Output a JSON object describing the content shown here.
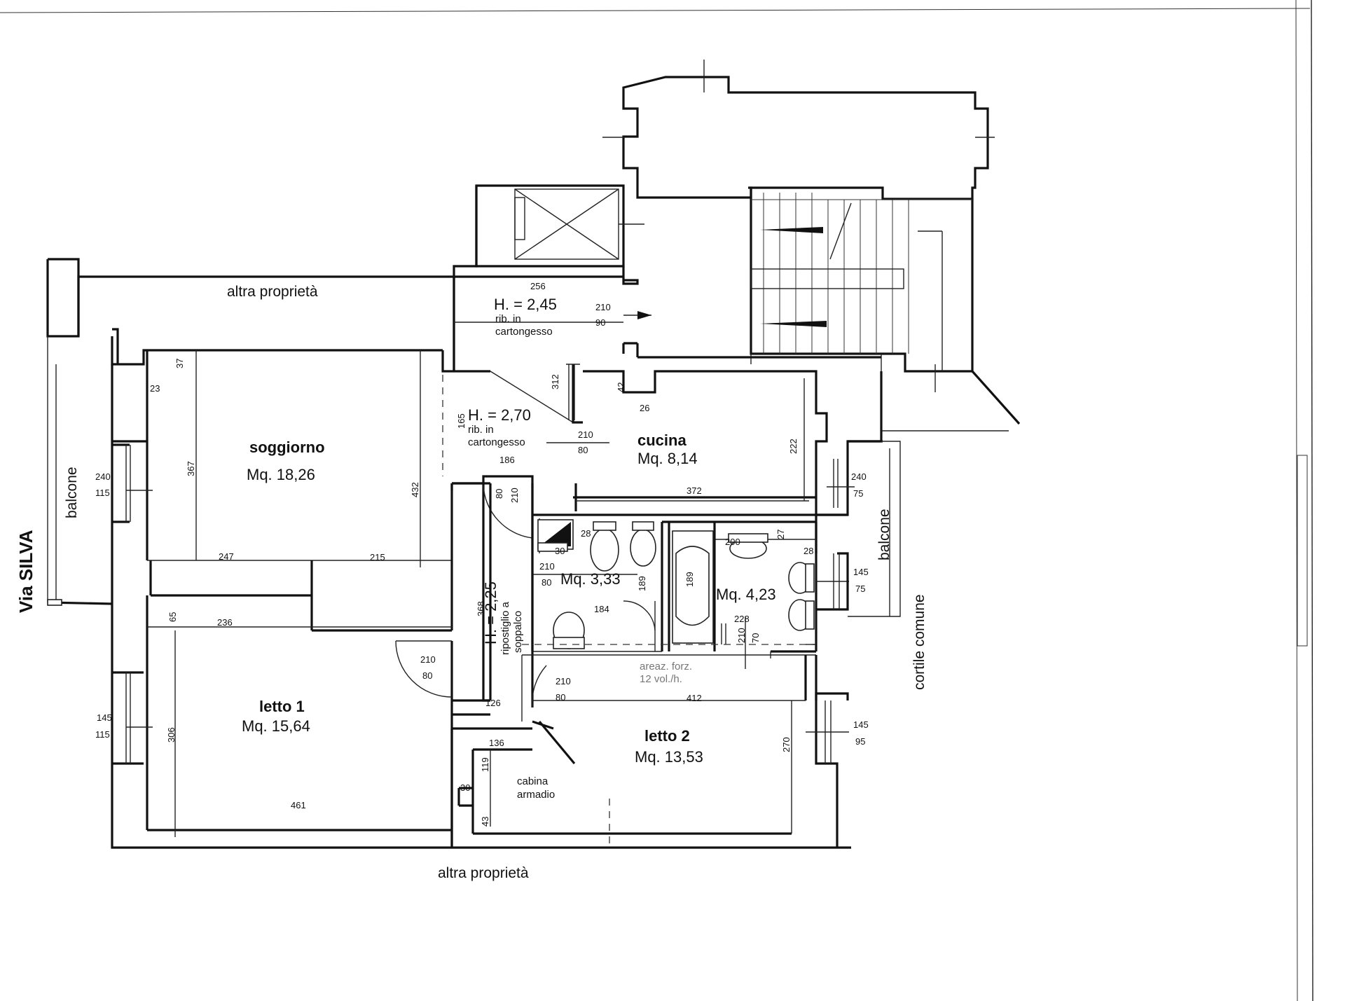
{
  "plan": {
    "street": "Via SILVA",
    "neighbor_top": "altra proprietà",
    "neighbor_bottom": "altra proprietà",
    "courtyard": "cortile comune",
    "balcony_left": "balcone",
    "balcony_right": "balcone",
    "rooms": {
      "soggiorno": {
        "name": "soggiorno",
        "area": "Mq. 18,26"
      },
      "cucina": {
        "name": "cucina",
        "area": "Mq. 8,14"
      },
      "letto1": {
        "name": "letto 1",
        "area": "Mq. 15,64"
      },
      "letto2": {
        "name": "letto 2",
        "area": "Mq. 13,53"
      },
      "bagno1": {
        "area": "Mq. 3,33"
      },
      "bagno2": {
        "area": "Mq. 4,23"
      },
      "cabina": {
        "line1": "cabina",
        "line2": "armadio"
      },
      "ripostiglio": {
        "height": "H. = 2,25",
        "line1": "ripostiglio a",
        "line2": "soppalco"
      }
    },
    "ceilings": {
      "ingresso": {
        "height": "H. = 2,45",
        "line1": "rib. in",
        "line2": "cartongesso"
      },
      "disimpegno": {
        "height": "H. = 2,70",
        "line1": "rib. in",
        "line2": "cartongesso"
      }
    },
    "ventilation": {
      "line1": "areaz. forz.",
      "line2": "12 vol./h."
    },
    "dimensions": {
      "d256": "256",
      "d210a": "210",
      "d90": "90",
      "d312": "312",
      "d42": "42",
      "d26": "26",
      "d37": "37",
      "d23": "23",
      "d367": "367",
      "d432": "432",
      "d165": "165",
      "d210b": "210",
      "d80b": "80",
      "d186": "186",
      "d222": "222",
      "d372": "372",
      "d240a": "240",
      "d115a": "115",
      "d247": "247",
      "d215": "215",
      "d240b": "240",
      "d75b": "75",
      "d80c": "80",
      "d210c": "210",
      "d28a": "28",
      "d30a": "30",
      "d200": "200",
      "d27": "27",
      "d28b": "28",
      "d210d": "210",
      "d80d": "80",
      "d189a": "189",
      "d189b": "189",
      "d145a": "145",
      "d75a": "75",
      "d368": "368",
      "d184": "184",
      "d228": "228",
      "d210e": "210",
      "d70": "70",
      "d65": "65",
      "d236": "236",
      "d210f": "210",
      "d80f": "80",
      "d210g": "210",
      "d80g": "80",
      "d412": "412",
      "d145b": "145",
      "d115b": "115",
      "d306": "306",
      "d126": "126",
      "d145c": "145",
      "d95": "95",
      "d270": "270",
      "d136": "136",
      "d119": "119",
      "d30b": "30",
      "d43": "43",
      "d461": "461"
    }
  }
}
